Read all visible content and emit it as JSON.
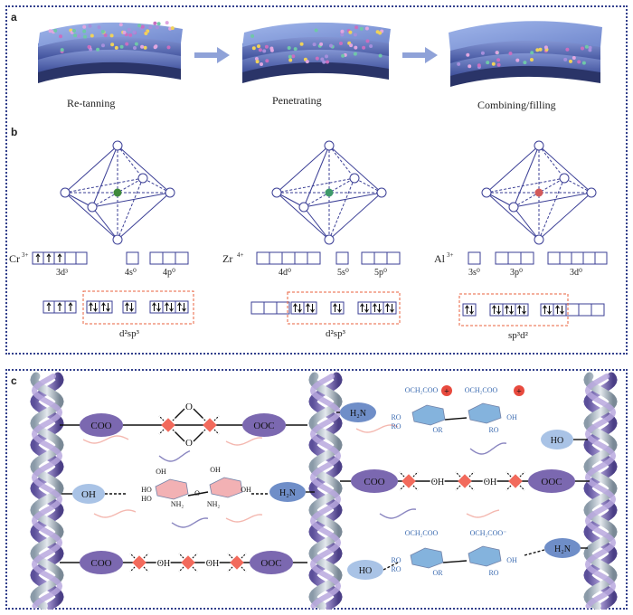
{
  "panel_a": {
    "label": "a",
    "stages": [
      "Re-tanning",
      "Penetrating",
      "Combining/filling"
    ]
  },
  "panel_b": {
    "label": "b",
    "ions": [
      {
        "symbol": "Cr",
        "charge": "3+",
        "orbitals": [
          "3d³",
          "4s⁰",
          "4p⁰"
        ],
        "hybrid": "d²sp³",
        "center_color": "#3f8a3c"
      },
      {
        "symbol": "Zr",
        "charge": "4+",
        "orbitals": [
          "4d⁰",
          "5s⁰",
          "5p⁰"
        ],
        "hybrid": "d²sp³",
        "center_color": "#3f9a6a"
      },
      {
        "symbol": "Al",
        "charge": "3+",
        "orbitals": [
          "3s⁰",
          "3p⁰",
          "3d⁰"
        ],
        "hybrid": "sp³d²",
        "center_color": "#d35a5a"
      }
    ]
  },
  "panel_c": {
    "label": "c",
    "groups": {
      "coo": "COO",
      "ooc": "OOC",
      "oh": "OH",
      "h2n": "H₂N",
      "ho": "HO",
      "o": "O",
      "ch2coo": "OCH₂COO",
      "ch2coo_minus": "OCH₂COO⁻",
      "ro": "RO",
      "or": "OR",
      "nh2": "NH₂",
      "plus": "+"
    },
    "colors": {
      "purple": "#7b68b0",
      "blue": "#6f8ec8",
      "lightblue": "#a9c3e6",
      "metal": "#f26a5c",
      "sugar_pink": "#f0a4a8",
      "sugar_blue": "#6fa6d8"
    }
  },
  "colors": {
    "frame": "#33408c",
    "orbital": "#3b3f96",
    "hybrid_box": "#e8603c",
    "arrow": "#8fa2d8"
  }
}
